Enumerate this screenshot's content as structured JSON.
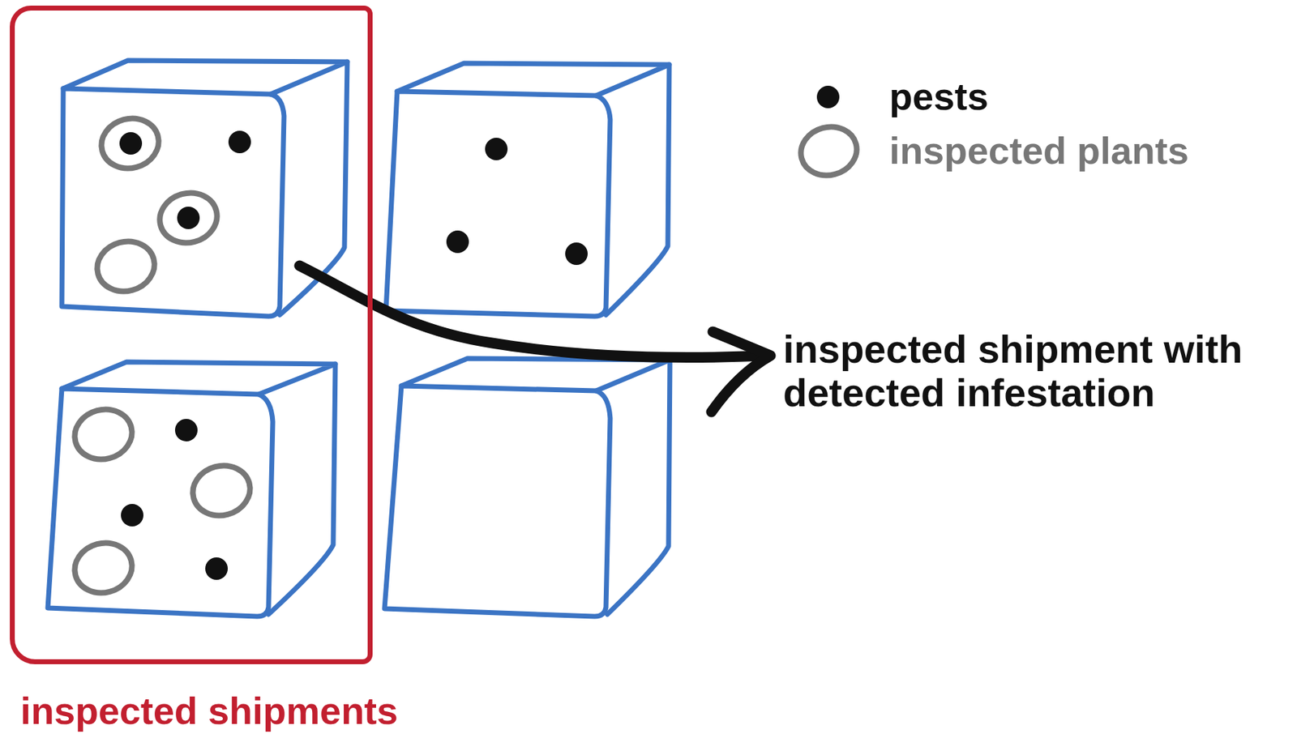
{
  "diagram": {
    "nodes": [
      {
        "text": [
          "inspected shipments"
        ]
      }
    ],
    "labels": [
      "inspected shipment with detected infestation"
    ],
    "legend": [
      {
        "text": "pests"
      },
      {
        "text": "inspected plants"
      }
    ]
  }
}
